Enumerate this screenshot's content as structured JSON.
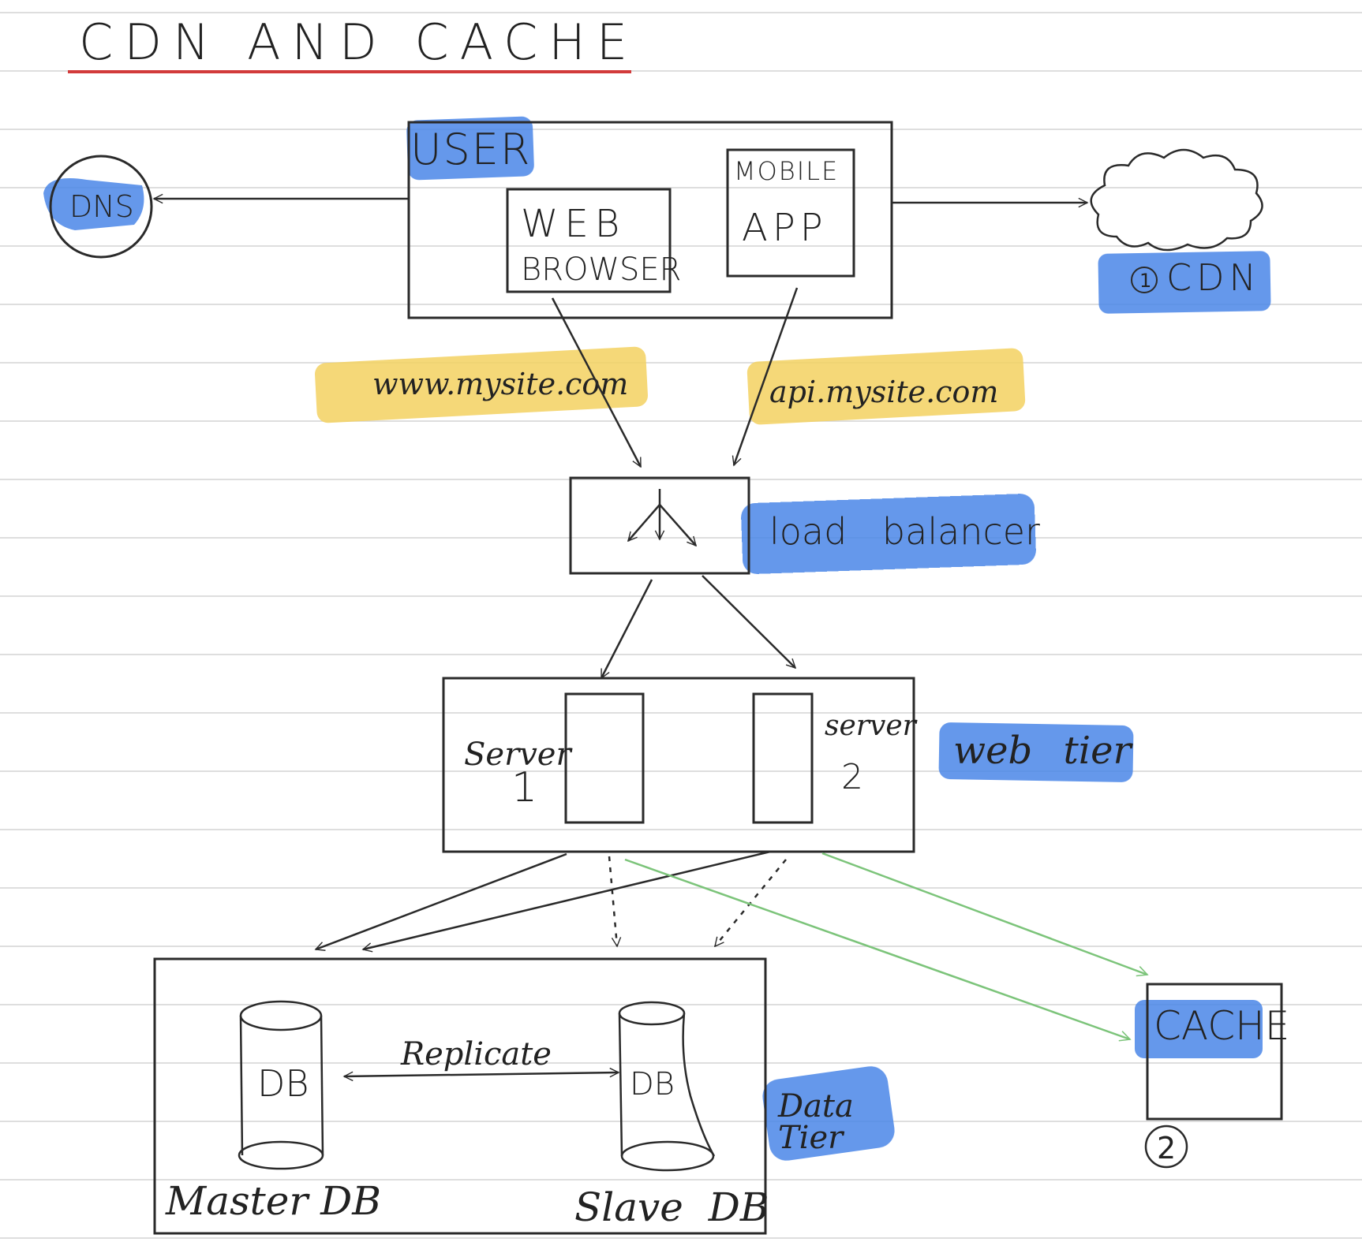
{
  "title": "CDN AND CACHE",
  "colors": {
    "ink": "#2a2a2a",
    "ruled_line": "#d4d4d4",
    "title_underline": "#d23b3b",
    "highlight_blue": "#4a86e8",
    "highlight_yellow": "#f4d160",
    "green_arrow": "#7cc47a"
  },
  "nodes": {
    "dns": "DNS",
    "user": "USER",
    "web_browser_line1": "WEB",
    "web_browser_line2": "BROWSER",
    "mobile_app_line1": "MOBILE",
    "mobile_app_line2": "APP",
    "cdn": "CDN",
    "cdn_number": "1",
    "www_domain": "www.mysite.com",
    "api_domain": "api.mysite.com",
    "load_balancer": "load balancer",
    "server1_line1": "Server",
    "server1_line2": "1",
    "server2_line1": "server",
    "server2_line2": "2",
    "web_tier": "web tier",
    "master_db_icon": "DB",
    "slave_db_icon": "DB",
    "replicate": "Replicate",
    "master_db": "Master DB",
    "slave_db": "Slave DB",
    "data_tier_line1": "Data",
    "data_tier_line2": "Tier",
    "cache": "CACHE",
    "cache_number": "2"
  }
}
